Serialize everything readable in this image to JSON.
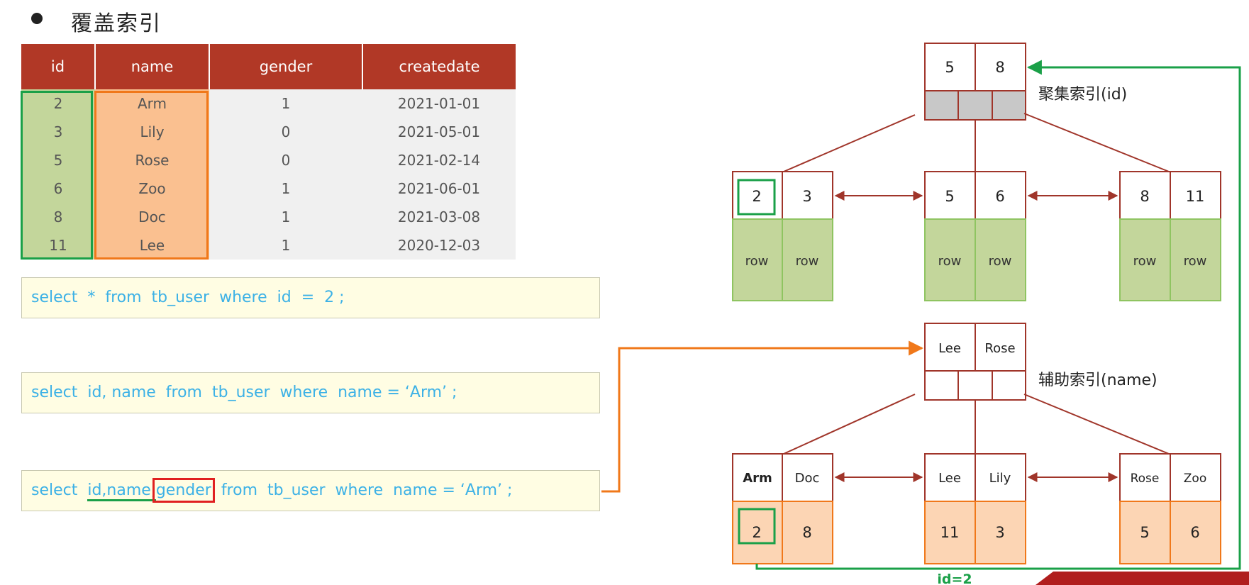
{
  "title": "覆盖索引",
  "table": {
    "columns": [
      "id",
      "name",
      "gender",
      "createdate"
    ],
    "rows": [
      [
        "2",
        "Arm",
        "1",
        "2021-01-01"
      ],
      [
        "3",
        "Lily",
        "0",
        "2021-05-01"
      ],
      [
        "5",
        "Rose",
        "0",
        "2021-02-14"
      ],
      [
        "6",
        "Zoo",
        "1",
        "2021-06-01"
      ],
      [
        "8",
        "Doc",
        "1",
        "2021-03-08"
      ],
      [
        "11",
        "Lee",
        "1",
        "2020-12-03"
      ]
    ]
  },
  "queries": {
    "q1": "select  *  from  tb_user  where  id  =  2 ;",
    "q2": "select  id, name  from  tb_user  where  name = ‘Arm’ ;",
    "q3": {
      "prefix": "select  ",
      "cols": "id,name,",
      "highlight": "gender",
      "suffix": "  from  tb_user  where  name = ‘Arm’ ;"
    }
  },
  "clustered_index": {
    "label": "聚集索引(id)",
    "root": [
      "5",
      "8"
    ],
    "leaves": [
      {
        "keys": [
          "2",
          "3"
        ],
        "values": [
          "row",
          "row"
        ]
      },
      {
        "keys": [
          "5",
          "6"
        ],
        "values": [
          "row",
          "row"
        ]
      },
      {
        "keys": [
          "8",
          "11"
        ],
        "values": [
          "row",
          "row"
        ]
      }
    ]
  },
  "secondary_index": {
    "label": "辅助索引(name)",
    "root": [
      "Lee",
      "Rose"
    ],
    "leaves": [
      {
        "keys": [
          "Arm",
          "Doc"
        ],
        "values": [
          "2",
          "8"
        ]
      },
      {
        "keys": [
          "Lee",
          "Lily"
        ],
        "values": [
          "11",
          "3"
        ]
      },
      {
        "keys": [
          "Rose",
          "Zoo"
        ],
        "values": [
          "5",
          "6"
        ]
      }
    ]
  },
  "lookup_label": "id=2",
  "colors": {
    "header_red": "#b13826",
    "tree_red": "#a0352a",
    "green": "#1aa048",
    "orange": "#f0781a",
    "sql_blue": "#3cb1e6"
  }
}
